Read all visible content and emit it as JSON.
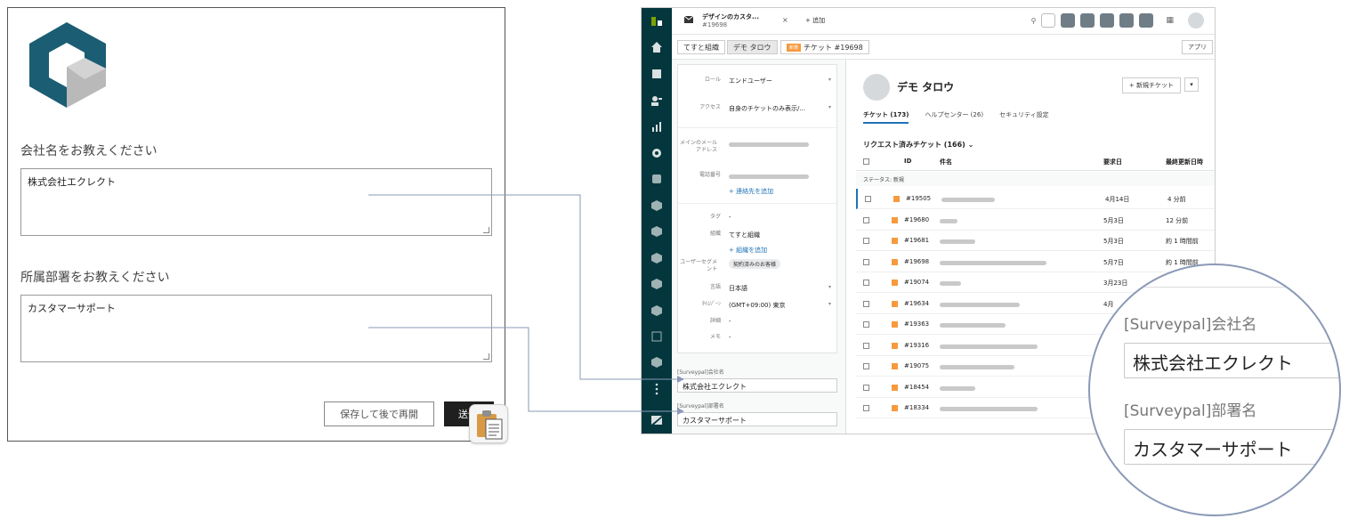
{
  "survey": {
    "q1_label": "会社名をお教えください",
    "q1_value": "株式会社エクレクト",
    "q2_label": "所属部署をお教えください",
    "q2_value": "カスタマーサポート",
    "save_resume_label": "保存して後で再開",
    "send_label": "送信"
  },
  "zendesk": {
    "tab_title": "デザインのカスタ...",
    "tab_subtitle": "#19698",
    "tab_close": "×",
    "add_tab": "+ 追加",
    "breadcrumbs": [
      "てすと組織",
      "デモ タロウ"
    ],
    "ticket_crumb_badge": "新規",
    "ticket_crumb": "チケット #19698",
    "apps_button": "アプリ",
    "user_fields": {
      "role_label": "ロール",
      "role_value": "エンドユーザー",
      "access_label": "アクセス",
      "access_value": "自身のチケットのみ表示/...",
      "email_label": "メインのメールアドレス",
      "phone_label": "電話番号",
      "add_contact": "+ 連絡先を追加",
      "tags_label": "タグ",
      "tags_value": "-",
      "org_label": "組織",
      "org_value": "てすと組織",
      "add_org": "+ 組織を追加",
      "segment_label": "ユーザーセグメント",
      "segment_value": "契約済みのお客様",
      "language_label": "言語",
      "language_value": "日本語",
      "timezone_label": "ﾀｲﾑｿﾞｰﾝ",
      "timezone_value": "(GMT+09:00) 東京",
      "details_label": "詳細",
      "details_value": "-",
      "notes_label": "メモ",
      "notes_value": "-"
    },
    "surveypal": {
      "company_label": "[Surveypal]会社名",
      "company_value": "株式会社エクレクト",
      "dept_label": "[Surveypal]部署名",
      "dept_value": "カスタマーサポート"
    },
    "user_name": "デモ タロウ",
    "new_ticket_button": "+ 新規チケット",
    "tabs": [
      "チケット (173)",
      "ヘルプセンター (26)",
      "セキュリティ設定"
    ],
    "requested_title": "リクエスト済みチケット (166) ⌄",
    "columns": [
      "ID",
      "件名",
      "要求日",
      "最終更新日時"
    ],
    "status_group": "ステータス: 新規",
    "rows": [
      {
        "id": "#19505",
        "requested": "4月14日",
        "updated": "4 分前"
      },
      {
        "id": "#19680",
        "requested": "5月3日",
        "updated": "12 分前"
      },
      {
        "id": "#19681",
        "requested": "5月3日",
        "updated": "約 1 時間前"
      },
      {
        "id": "#19698",
        "requested": "5月7日",
        "updated": "約 1 時間前"
      },
      {
        "id": "#19074",
        "requested": "3月23日",
        "updated": ""
      },
      {
        "id": "#19634",
        "requested": "4月",
        "updated": ""
      },
      {
        "id": "#19363",
        "requested": "",
        "updated": ""
      },
      {
        "id": "#19316",
        "requested": "",
        "updated": ""
      },
      {
        "id": "#19075",
        "requested": "",
        "updated": ""
      },
      {
        "id": "#18454",
        "requested": "",
        "updated": ""
      },
      {
        "id": "#18334",
        "requested": "",
        "updated": ""
      }
    ]
  },
  "magnifier": {
    "company_label": "[Surveypal]会社名",
    "company_value": "株式会社エクレクト",
    "dept_label": "[Surveypal]部署名",
    "dept_value": "カスタマーサポート"
  },
  "colors": {
    "logo_teal": "#1b5d73",
    "logo_gray": "#b9b9b9",
    "rail": "#03363d",
    "badge_new": "#f79a3e",
    "link": "#1f73b7",
    "connector": "#8a99b6"
  }
}
